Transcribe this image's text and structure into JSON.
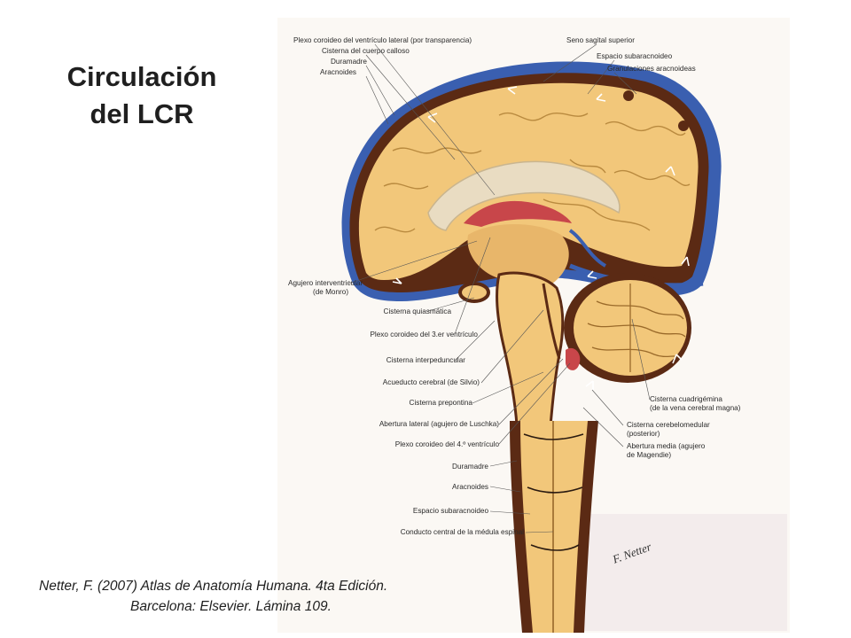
{
  "slide": {
    "title_line1": "Circulación",
    "title_line2": "del LCR",
    "citation_line1": "Netter, F. (2007) Atlas de Anatomía Humana. 4ta Edición.",
    "citation_line2": "Barcelona: Elsevier. Lámina 109."
  },
  "diagram": {
    "signature": "F. Netter",
    "colors": {
      "dura": "#3a5fb0",
      "brain": "#f2c77a",
      "csf_space": "#5b2a14",
      "choroid": "#c8464a",
      "ventricle": "#e9dcc2"
    },
    "labels_top": [
      "Plexo coroideo del ventrículo lateral (por transparencia)",
      "Cisterna del cuerpo calloso",
      "Duramadre",
      "Aracnoides",
      "Seno sagital superior",
      "Espacio subaracnoideo",
      "Granulaciones aracnoideas"
    ],
    "labels_left": [
      "Agujero interventricular",
      "(de Monro)",
      "Cisterna quiasmática",
      "Plexo coroideo del 3.er ventrículo",
      "Cisterna interpeduncular",
      "Acueducto cerebral (de Silvio)",
      "Cisterna prepontina",
      "Abertura lateral (agujero de Luschka)",
      "Plexo coroideo del 4.º ventrículo",
      "Duramadre",
      "Aracnoides",
      "Espacio subaracnoideo",
      "Conducto central de la médula espinal"
    ],
    "labels_right": [
      "Cisterna cuadrigémina",
      "(de la vena cerebral magna)",
      "Cisterna cerebelomedular",
      "(posterior)",
      "Abertura media (agujero",
      "de Magendie)"
    ]
  }
}
